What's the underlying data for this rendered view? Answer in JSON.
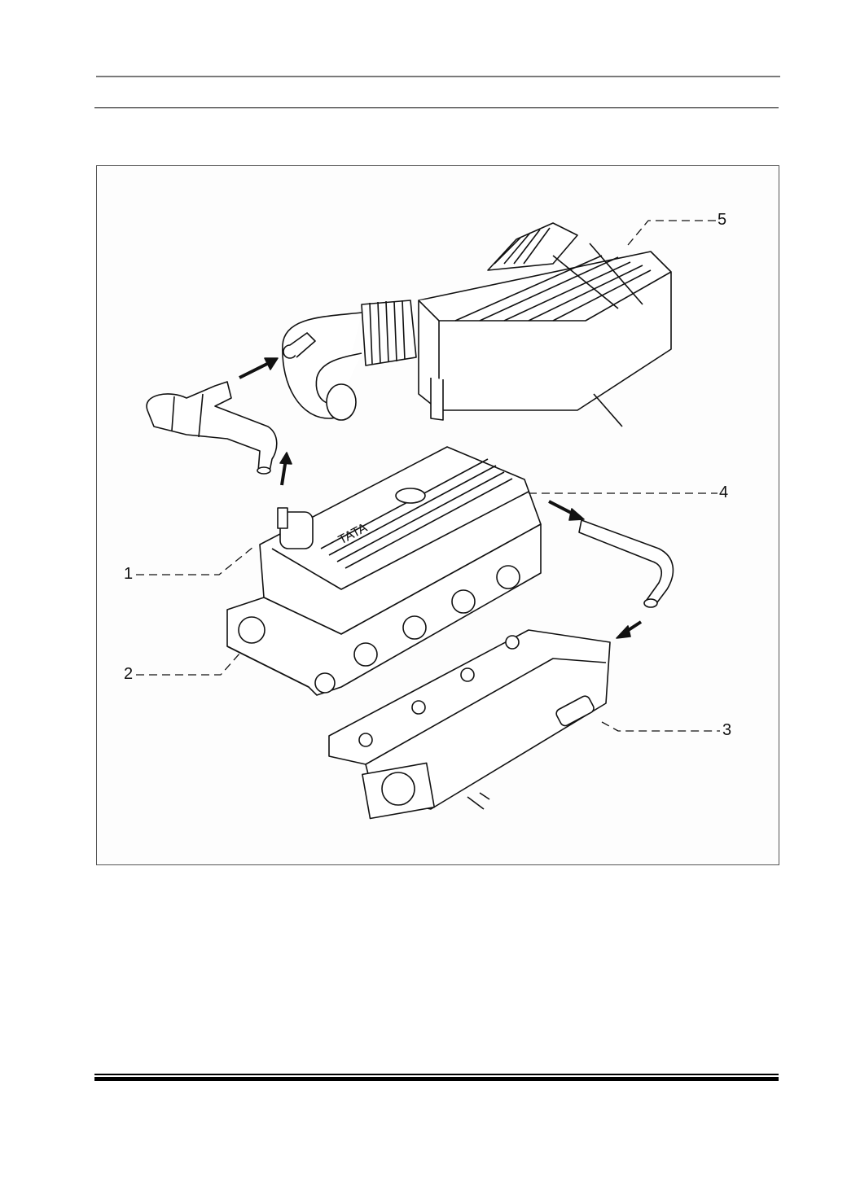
{
  "figure": {
    "callouts": [
      "1",
      "2",
      "3",
      "4",
      "5"
    ],
    "logo_text": "TATA"
  }
}
